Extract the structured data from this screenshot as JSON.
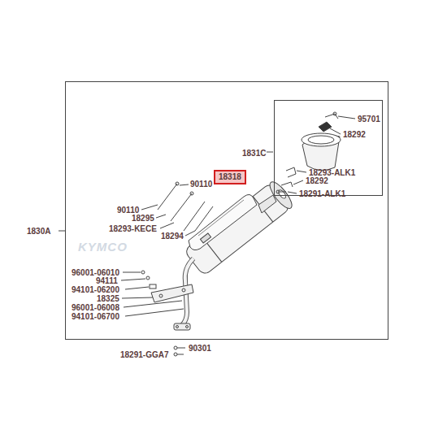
{
  "diagram": {
    "nodes": [
      {
        "text": [
          "1830A"
        ]
      },
      {
        "text": [
          "1831C"
        ],
        "in": 0
      },
      {
        "text": [
          "18318"
        ],
        "in": 0
      }
    ],
    "labels": [
      "95701",
      "18292",
      "18293-ALK1",
      "18292",
      "18291-ALK1",
      "90110",
      "90110",
      "18295",
      "18293-KECE",
      "18294",
      "96001-06010",
      "94111",
      "94101-06200",
      "18325",
      "96001-06008",
      "94101-06700",
      "90301",
      "18291-GGA7",
      "KYMCO"
    ]
  }
}
